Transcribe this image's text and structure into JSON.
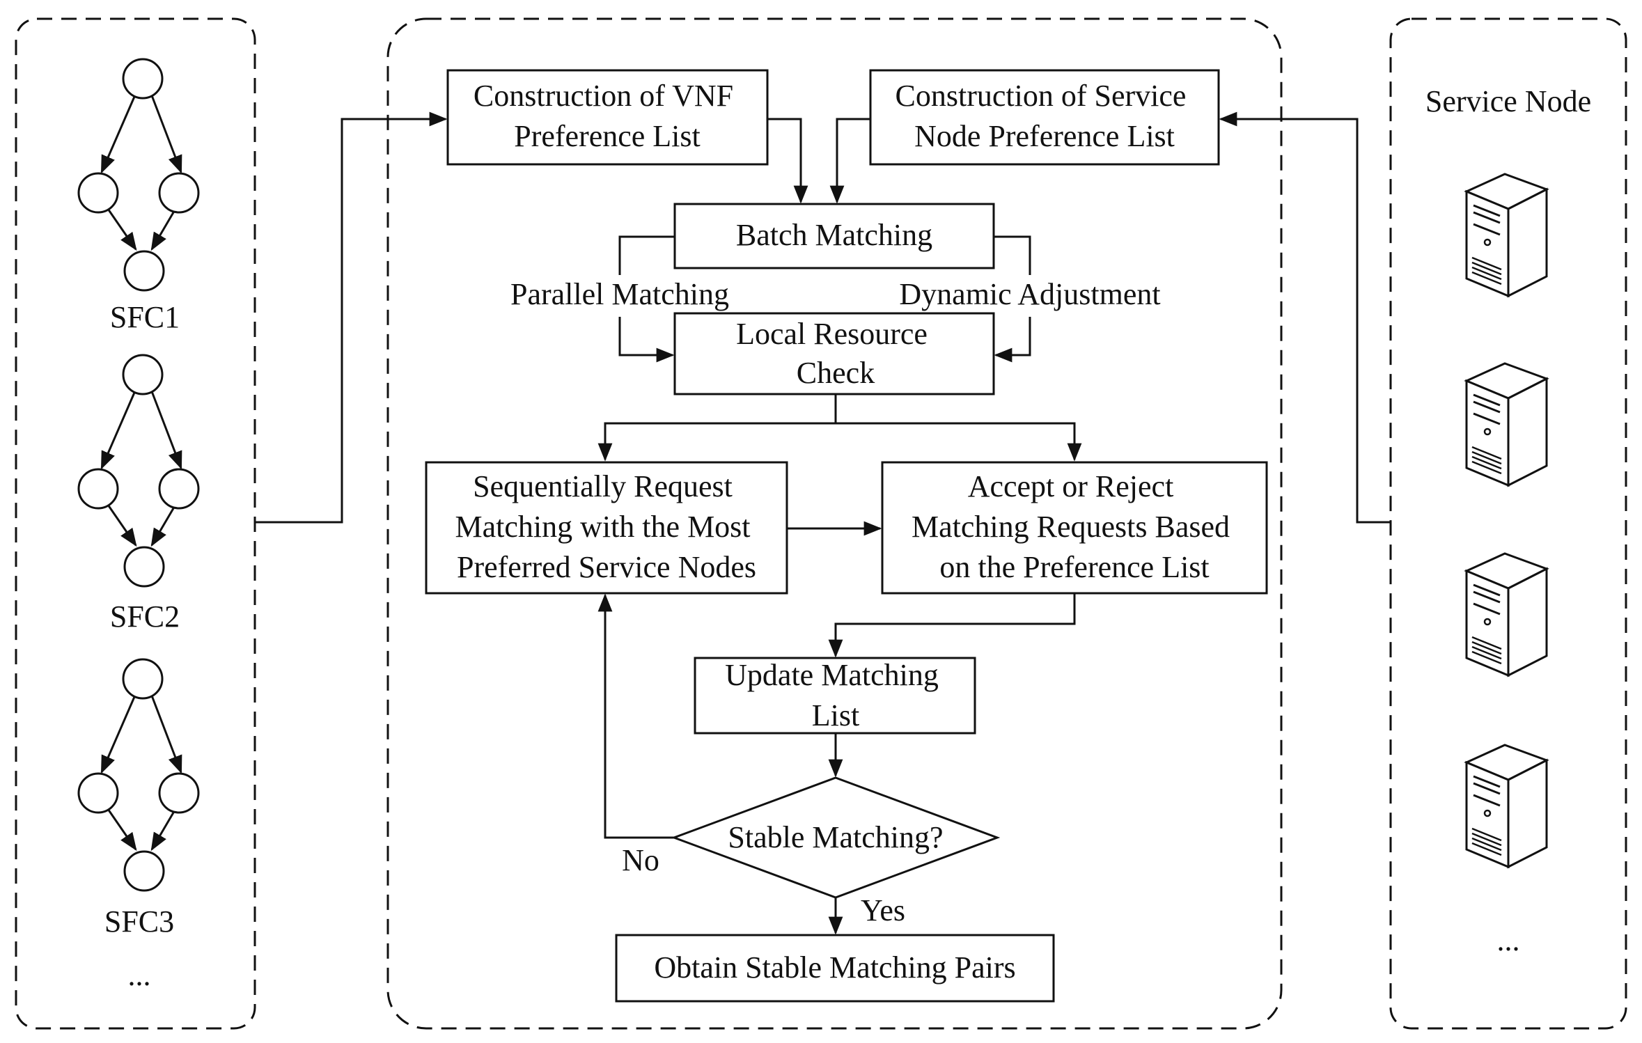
{
  "left_panel": {
    "chains": [
      "SFC1",
      "SFC2",
      "SFC3"
    ],
    "ellipsis": "..."
  },
  "right_panel": {
    "title": "Service Node",
    "server_count": 4,
    "ellipsis": "..."
  },
  "flow": {
    "vnf_pref": [
      "Construction of VNF",
      "Preference List"
    ],
    "node_pref": [
      "Construction of Service",
      "Node Preference List"
    ],
    "batch": "Batch Matching",
    "parallel": "Parallel Matching",
    "dynamic": "Dynamic Adjustment",
    "local_check": [
      "Local Resource",
      "Check"
    ],
    "sequential": [
      "Sequentially Request",
      "Matching with the Most",
      "Preferred Service Nodes"
    ],
    "accept": [
      "Accept or Reject",
      "Matching Requests Based",
      "on the Preference List"
    ],
    "update": [
      "Update Matching",
      "List"
    ],
    "decision": "Stable Matching?",
    "no": "No",
    "yes": "Yes",
    "final": "Obtain Stable Matching Pairs"
  }
}
